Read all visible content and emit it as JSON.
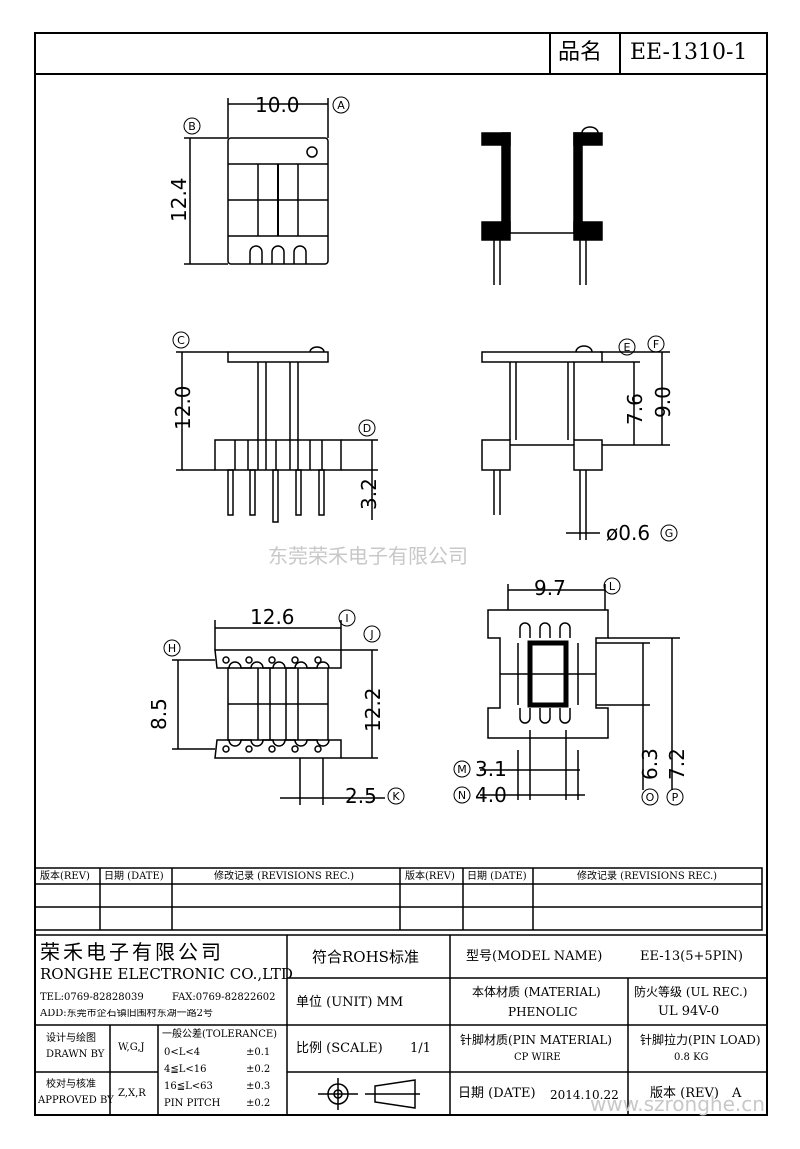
{
  "header": {
    "pin_label": "品名",
    "part_no": "EE-1310-1"
  },
  "dims": {
    "A": "10.0",
    "B": "12.4",
    "C": "12.0",
    "D": "3.2",
    "E": "7.6",
    "F": "9.0",
    "G": "ø0.6",
    "I": "12.6",
    "H": "8.5",
    "J": "12.2",
    "K": "2.5",
    "L": "9.7",
    "O": "6.3",
    "P": "7.2",
    "M": "3.1",
    "N": "4.0"
  },
  "markers": {
    "A": "A",
    "B": "B",
    "C": "C",
    "D": "D",
    "E": "E",
    "F": "F",
    "G": "G",
    "H": "H",
    "I": "I",
    "J": "J",
    "K": "K",
    "L": "L",
    "M": "M",
    "N": "N",
    "O": "O",
    "P": "P"
  },
  "watermark_center": "东莞荣禾电子有限公司",
  "watermark_corner": "www.szronghe.cn",
  "revisions": {
    "rev": "版本(REV)",
    "date": "日期 (DATE)",
    "rec": "修改记录 (REVISIONS REC.)",
    "rev2": "版本(REV)",
    "date2": "日期 (DATE)",
    "rec2": "修改记录 (REVISIONS REC.)"
  },
  "company": {
    "name_cn": "荣禾电子有限公司",
    "name_en": "RONGHE ELECTRONIC CO.,LTD",
    "tel": "TEL:0769-82828039",
    "fax": "FAX:0769-82822602",
    "add": "ADD:东莞市企石镇旧围村东湖一路2号"
  },
  "title_block": {
    "rohs": "符合ROHS标准",
    "model_label": "型号(MODEL NAME)",
    "model_value": "EE-13(5+5PIN)",
    "unit_label": "单位 (UNIT) MM",
    "material_label": "本体材质 (MATERIAL)",
    "material_value": "PHENOLIC",
    "fire_label": "防火等级 (UL REC.)",
    "fire_value": "UL 94V-0",
    "scale_label": "比例 (SCALE)",
    "scale_value": "1/1",
    "pin_material_label": "针脚材质(PIN MATERIAL)",
    "pin_material_value": "CP WIRE",
    "pin_load_label": "针脚拉力(PIN LOAD)",
    "pin_load_value": "0.8 KG",
    "date_label": "日期 (DATE)",
    "date_value": "2014.10.22",
    "rev_label": "版本 (REV)",
    "rev_value": "A",
    "design_label": "设计与绘图",
    "drawn_by": "DRAWN BY",
    "design_value": "W,G,J",
    "check_label": "校对与核准",
    "approved_by": "APPROVED BY",
    "check_value": "Z,X,R",
    "tolerance_title": "一般公差(TOLERANCE)",
    "tol_rows": [
      {
        "range": "0<L<4",
        "value": "±0.1"
      },
      {
        "range": "4≦L<16",
        "value": "±0.2"
      },
      {
        "range": "16≦L<63",
        "value": "±0.3"
      },
      {
        "range": "PIN PITCH",
        "value": "±0.2"
      }
    ]
  }
}
